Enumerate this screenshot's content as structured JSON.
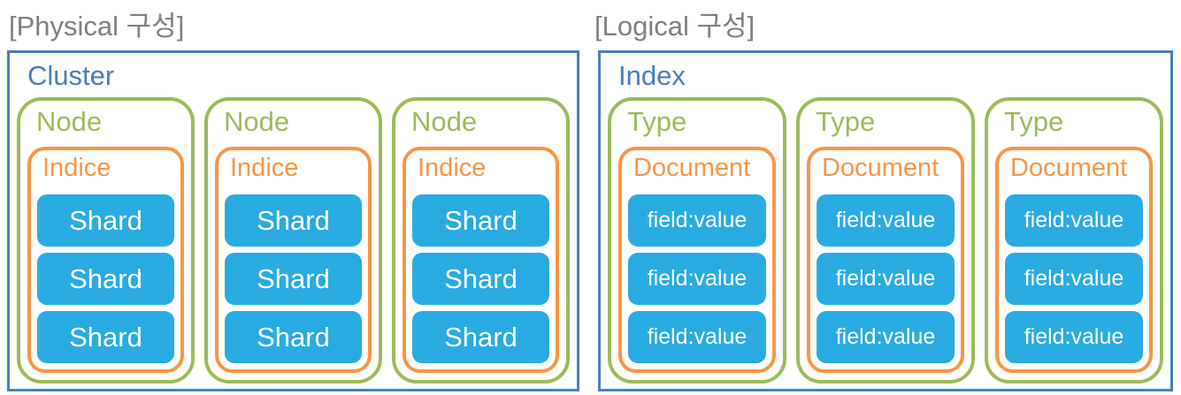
{
  "titles": {
    "physical": "[Physical 구성]",
    "logical": "[Logical 구성]"
  },
  "physical": {
    "container_label": "Cluster",
    "nodes": [
      {
        "label": "Node",
        "inner_label": "Indice",
        "items": [
          "Shard",
          "Shard",
          "Shard"
        ]
      },
      {
        "label": "Node",
        "inner_label": "Indice",
        "items": [
          "Shard",
          "Shard",
          "Shard"
        ]
      },
      {
        "label": "Node",
        "inner_label": "Indice",
        "items": [
          "Shard",
          "Shard",
          "Shard"
        ]
      }
    ]
  },
  "logical": {
    "container_label": "Index",
    "types": [
      {
        "label": "Type",
        "inner_label": "Document",
        "items": [
          "field:value",
          "field:value",
          "field:value"
        ]
      },
      {
        "label": "Type",
        "inner_label": "Document",
        "items": [
          "field:value",
          "field:value",
          "field:value"
        ]
      },
      {
        "label": "Type",
        "inner_label": "Document",
        "items": [
          "field:value",
          "field:value",
          "field:value"
        ]
      }
    ]
  },
  "colors": {
    "container_border_blue": "#4a7ebb",
    "group_green": "#9bbb59",
    "inner_orange": "#f79646",
    "item_fill_blue": "#29abe2",
    "item_text_white": "#ffffff",
    "title_gray": "#7f7f7f"
  }
}
